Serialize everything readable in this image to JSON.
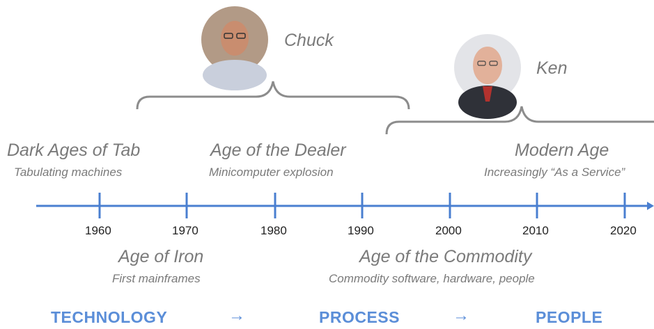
{
  "people": {
    "chuck": {
      "name": "Chuck"
    },
    "ken": {
      "name": "Ken"
    }
  },
  "eras": {
    "dark_ages": {
      "title": "Dark Ages of Tab",
      "subtitle": "Tabulating machines"
    },
    "iron": {
      "title": "Age of Iron",
      "subtitle": "First mainframes"
    },
    "dealer": {
      "title": "Age of the Dealer",
      "subtitle": "Minicomputer explosion"
    },
    "commodity": {
      "title": "Age of the Commodity",
      "subtitle": "Commodity software, hardware, people"
    },
    "modern": {
      "title": "Modern Age",
      "subtitle": "Increasingly “As a Service”"
    }
  },
  "timeline": {
    "ticks": [
      "1960",
      "1970",
      "1980",
      "1990",
      "2000",
      "2010",
      "2020"
    ],
    "color": "#4a7fd0"
  },
  "flow": {
    "technology": "TECHNOLOGY",
    "arrow": "→",
    "process": "PROCESS",
    "people": "PEOPLE"
  }
}
